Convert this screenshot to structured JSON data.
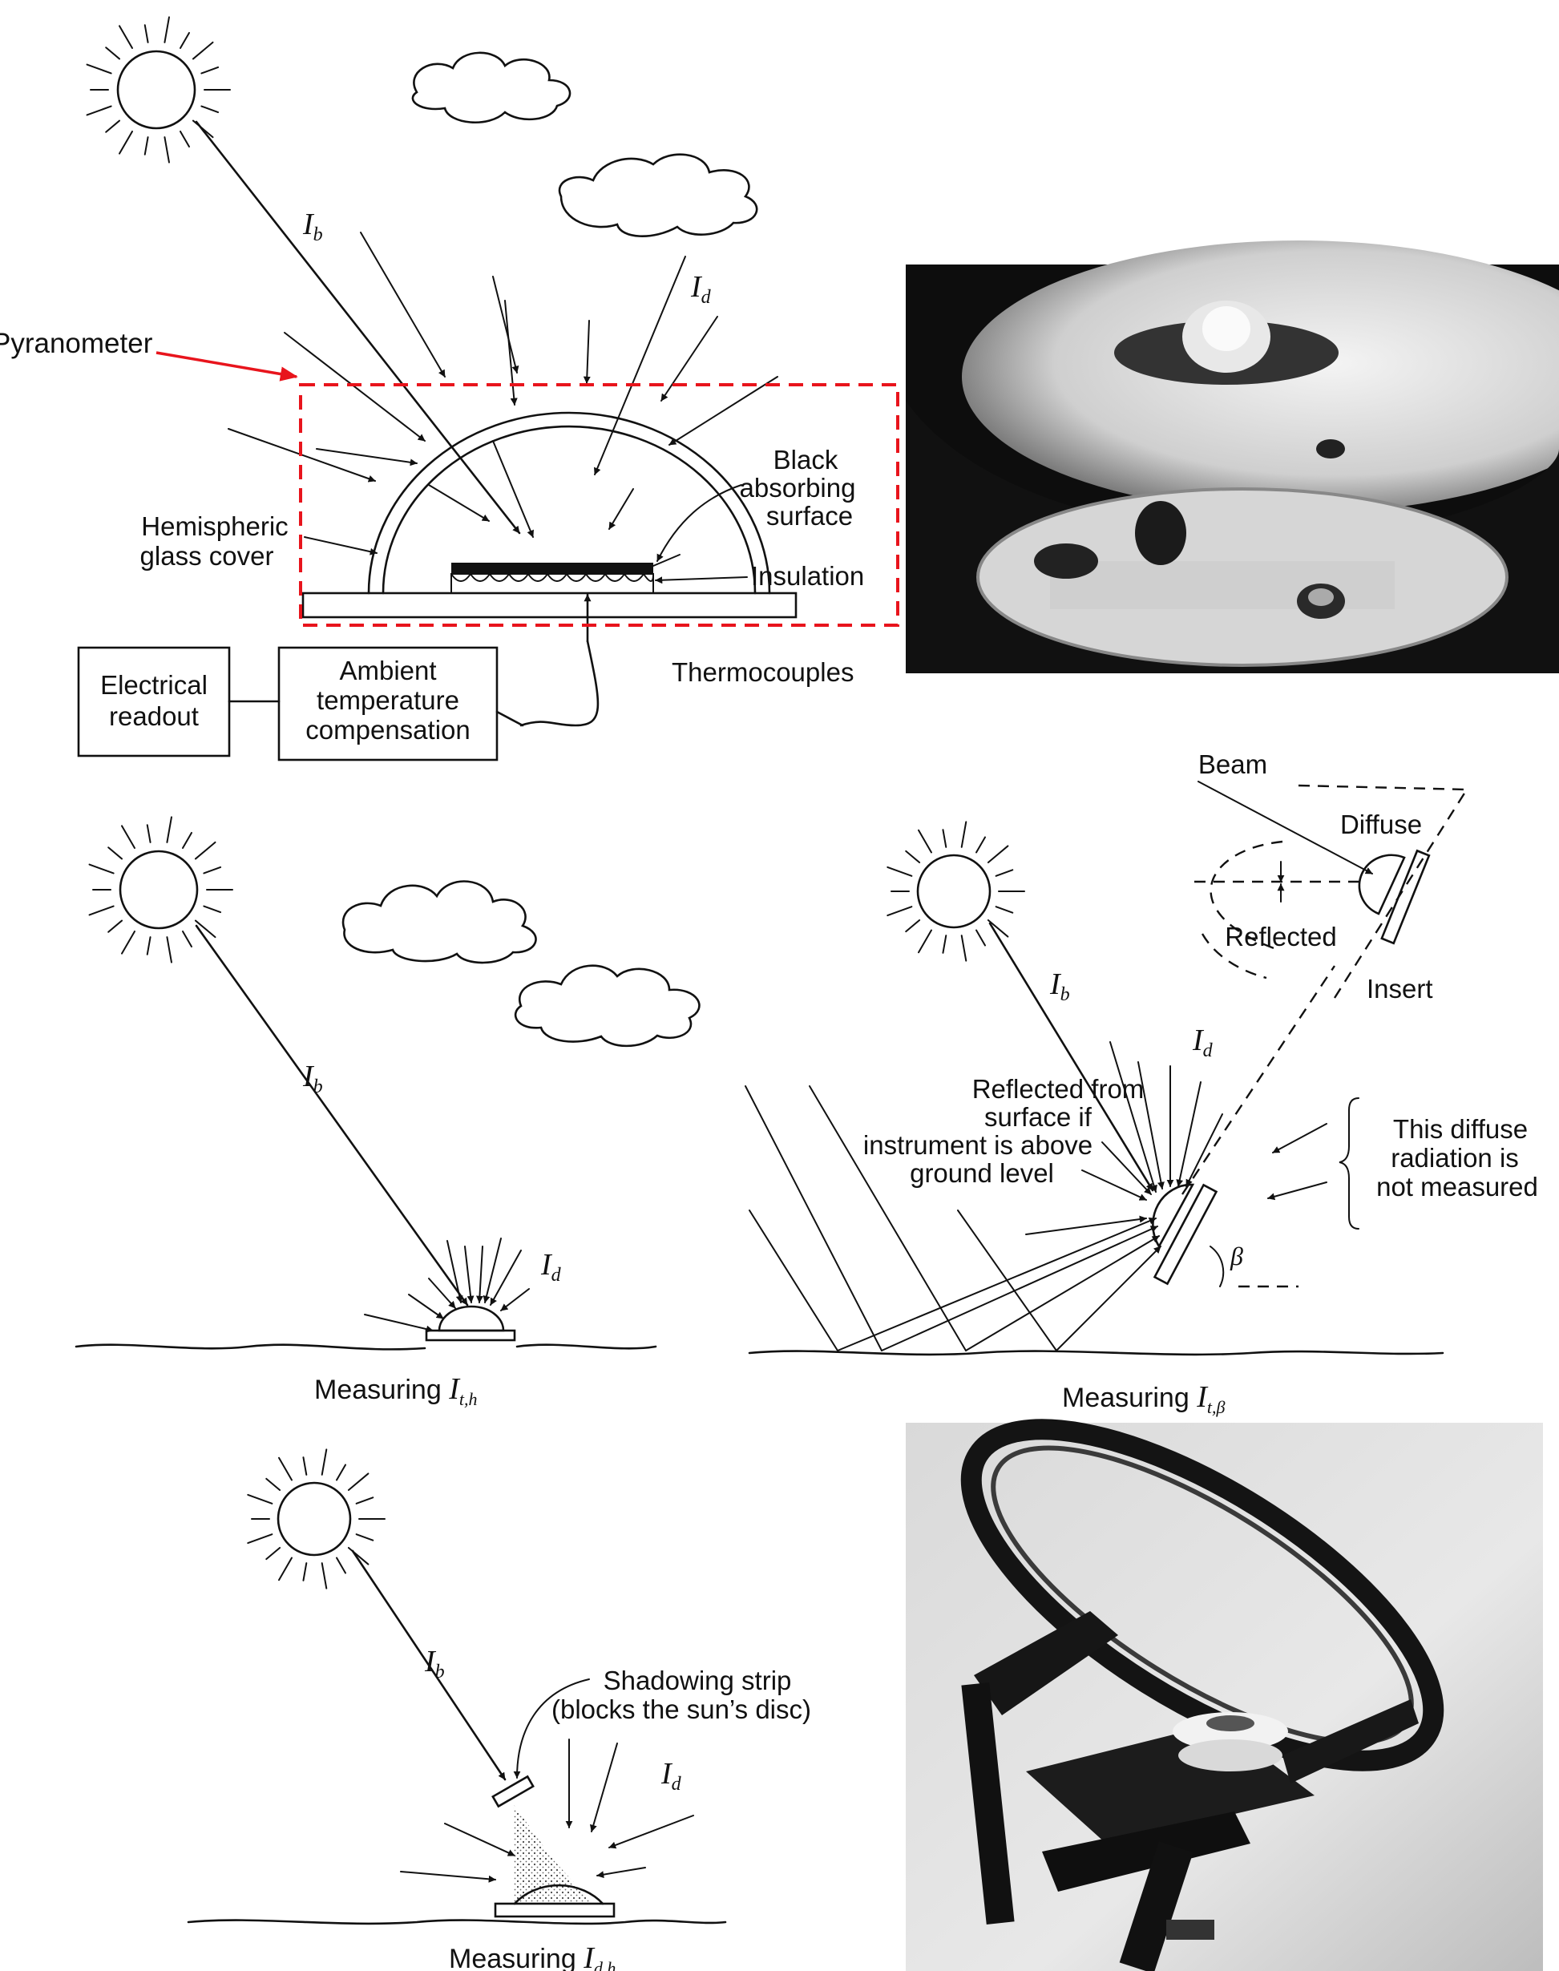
{
  "top": {
    "callout": "Pyranometer",
    "callout_color": "#e8141c",
    "ib": "I",
    "ib_sub": "b",
    "id": "I",
    "id_sub": "d",
    "black_surface": [
      "Black",
      "absorbing",
      "surface"
    ],
    "glass_cover": [
      "Hemispheric",
      "glass cover"
    ],
    "insulation": "Insulation",
    "thermocouples": "Thermocouples",
    "electrical_readout": [
      "Electrical",
      "readout"
    ],
    "ambient_comp": [
      "Ambient",
      "temperature",
      "compensation"
    ]
  },
  "horizontal": {
    "ib": "I",
    "ib_sub": "b",
    "id": "I",
    "id_sub": "d",
    "caption": "Measuring ",
    "caption_var": "I",
    "caption_sub": "t,h"
  },
  "tilted": {
    "beam": "Beam",
    "diffuse": "Diffuse",
    "reflected": "Reflected",
    "insert": "Insert",
    "ib": "I",
    "ib_sub": "b",
    "id": "I",
    "id_sub": "d",
    "reflected_from": [
      "Reflected from",
      "surface if",
      "instrument is above",
      "ground level"
    ],
    "not_measured": [
      "This diffuse",
      "radiation is",
      "not measured"
    ],
    "beta": "β",
    "caption": "Measuring ",
    "caption_var": "I",
    "caption_sub": "t,β"
  },
  "diffuse_meas": {
    "ib": "I",
    "ib_sub": "b",
    "id": "I",
    "id_sub": "d",
    "strip": [
      "Shadowing strip",
      "(blocks the sun’s disc)"
    ],
    "caption": "Measuring ",
    "caption_var": "I",
    "caption_sub": "d,h"
  }
}
